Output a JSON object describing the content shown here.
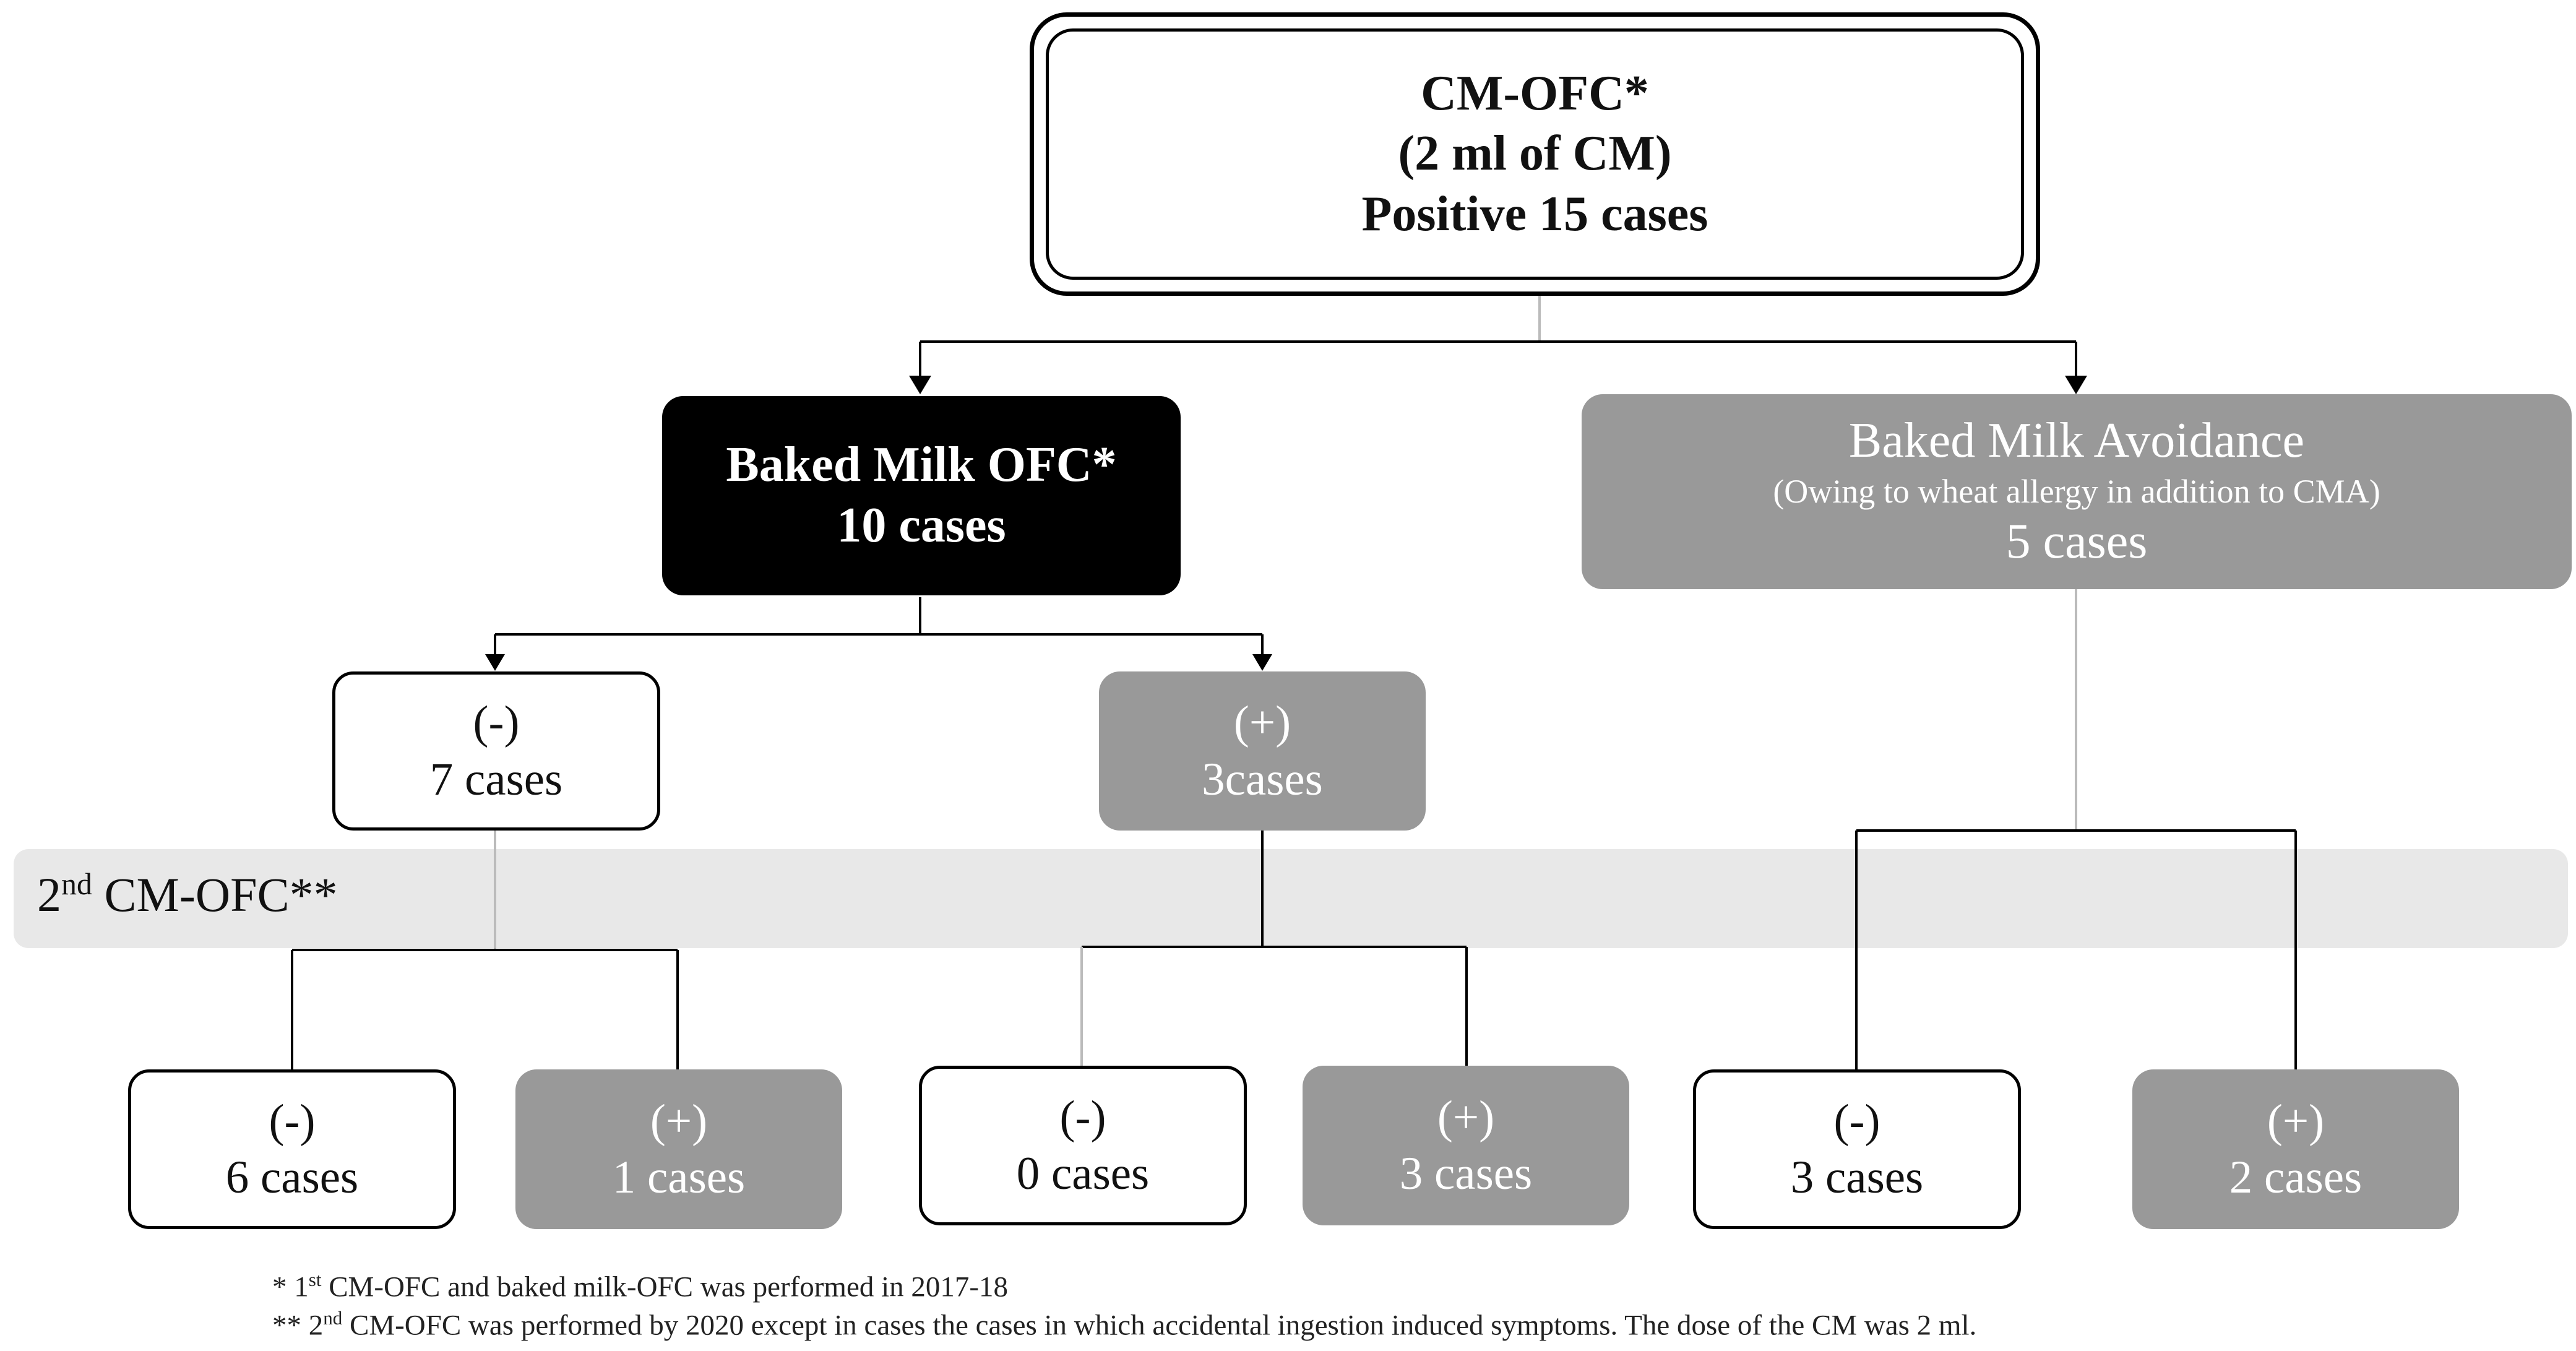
{
  "top": {
    "line1": "CM-OFC*",
    "line2": "(2 ml of CM)",
    "line3": "Positive 15 cases"
  },
  "baked_ofc": {
    "title": "Baked Milk OFC*",
    "count": "10 cases"
  },
  "avoidance": {
    "title": "Baked Milk Avoidance",
    "note": "(Owing to wheat allergy in addition to CMA)",
    "count": "5 cases"
  },
  "first_level": {
    "neg": {
      "sign": "(-)",
      "count": "7 cases"
    },
    "pos": {
      "sign": "(+)",
      "count": "3cases"
    }
  },
  "band": {
    "ordinal": "2",
    "ordinal_suffix": "nd",
    "label": " CM-OFC**"
  },
  "results": [
    {
      "sign": "(-)",
      "count": "6 cases"
    },
    {
      "sign": "(+)",
      "count": "1 cases"
    },
    {
      "sign": "(-)",
      "count": "0 cases"
    },
    {
      "sign": "(+)",
      "count": "3 cases"
    },
    {
      "sign": "(-)",
      "count": "3 cases"
    },
    {
      "sign": "(+)",
      "count": "2 cases"
    }
  ],
  "footnotes": {
    "fn1_marker": "*  1",
    "fn1_suffix": "st",
    "fn1_text": " CM-OFC and baked milk-OFC was performed in 2017-18",
    "fn2_marker": "** 2",
    "fn2_suffix": "nd",
    "fn2_text": " CM-OFC was performed  by 2020 except in cases  the cases in which accidental ingestion induced symptoms.    The dose of the CM was 2 ml."
  },
  "colors": {
    "grey_box": "#999999",
    "band": "#e8e8e8",
    "black_box": "#000000"
  }
}
